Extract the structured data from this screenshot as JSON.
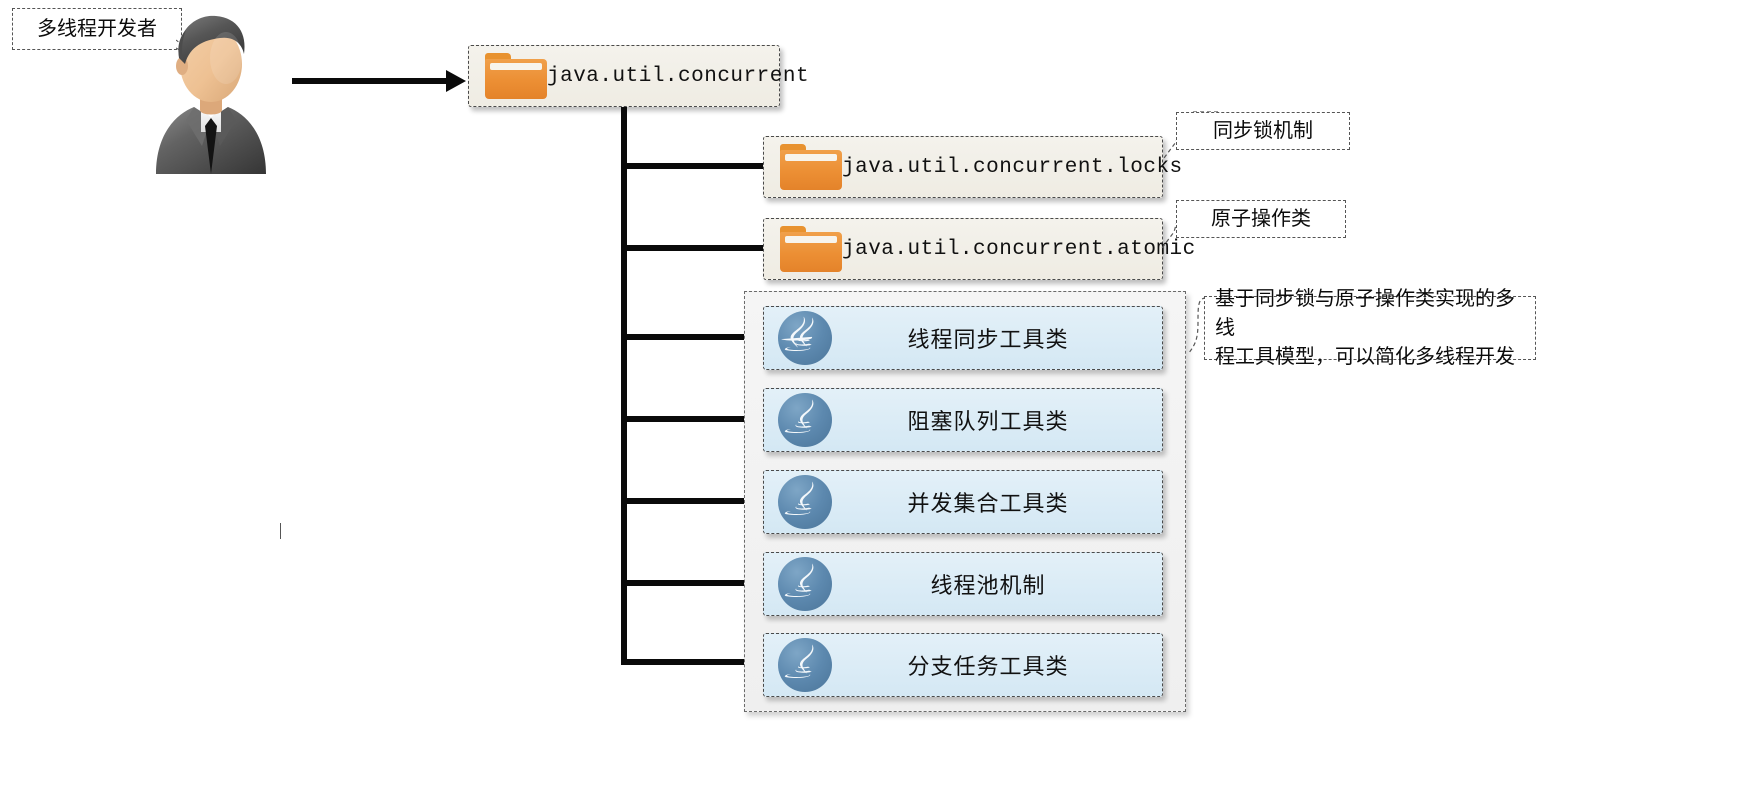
{
  "diagram": {
    "title": "java.util.concurrent package structure",
    "actor": {
      "icon": "businessman-avatar-icon",
      "callout_label": "多线程开发者"
    },
    "root": {
      "icon": "folder-icon",
      "label": "java.util.concurrent"
    },
    "packages": [
      {
        "icon": "folder-icon",
        "label": "java.util.concurrent.locks",
        "note": "同步锁机制"
      },
      {
        "icon": "folder-icon",
        "label": "java.util.concurrent.atomic",
        "note": "原子操作类"
      }
    ],
    "group_note": "基于同步锁与原子操作类实现的多线\n程工具模型，可以简化多线程开发",
    "classes": [
      {
        "icon": "java-cup-icon",
        "label": "线程同步工具类"
      },
      {
        "icon": "java-cup-icon",
        "label": "阻塞队列工具类"
      },
      {
        "icon": "java-cup-icon",
        "label": "并发集合工具类"
      },
      {
        "icon": "java-cup-icon",
        "label": "线程池机制"
      },
      {
        "icon": "java-cup-icon",
        "label": "分支任务工具类"
      }
    ],
    "colors": {
      "folder_orange": "#ec8f34",
      "package_bg": "#f0ede5",
      "class_bg": "#d9ebf6",
      "java_blue": "#5d89af",
      "line": "#0a0a0a",
      "group_bg": "#f1f1f1"
    }
  }
}
